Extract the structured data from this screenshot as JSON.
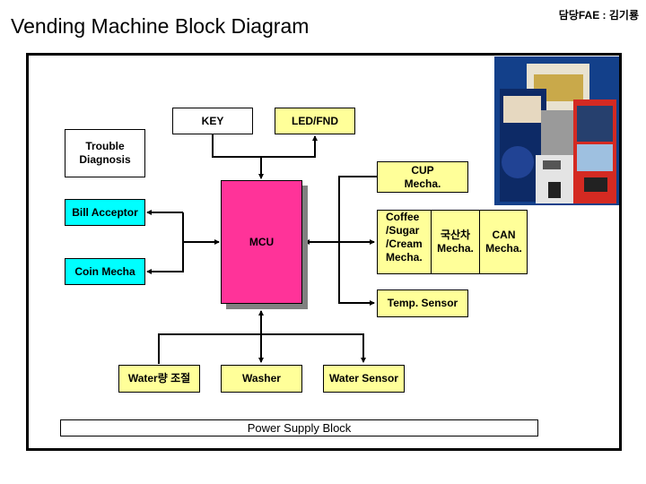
{
  "header": {
    "title": "Vending Machine Block Diagram",
    "fae_label": "담당FAE : 김기룡"
  },
  "blocks": {
    "key": "KEY",
    "led_fnd": "LED/FND",
    "trouble_diagnosis_line1": "Trouble",
    "trouble_diagnosis_line2": "Diagnosis",
    "bill_acceptor": "Bill Acceptor",
    "coin_mecha": "Coin Mecha",
    "mcu": "MCU",
    "cup_mecha_line1": "CUP",
    "cup_mecha_line2": "Mecha.",
    "coffee_line1": "Coffee",
    "coffee_line2": "/Sugar",
    "coffee_line3": "/Cream",
    "coffee_line4": "Mecha.",
    "tea_line1": "국산차",
    "tea_line2": "Mecha.",
    "can_line1": "CAN",
    "can_line2": "Mecha.",
    "temp_sensor": "Temp. Sensor",
    "water_control": "Water량 조절",
    "washer": "Washer",
    "water_sensor": "Water Sensor",
    "power_supply": "Power Supply Block"
  },
  "photo": {
    "alt": "vending machines photo"
  },
  "colors": {
    "mcu": "#ff3399",
    "input_blocks": "#00ffff",
    "output_blocks": "#ffff99",
    "photo_bg": "#13408a"
  }
}
